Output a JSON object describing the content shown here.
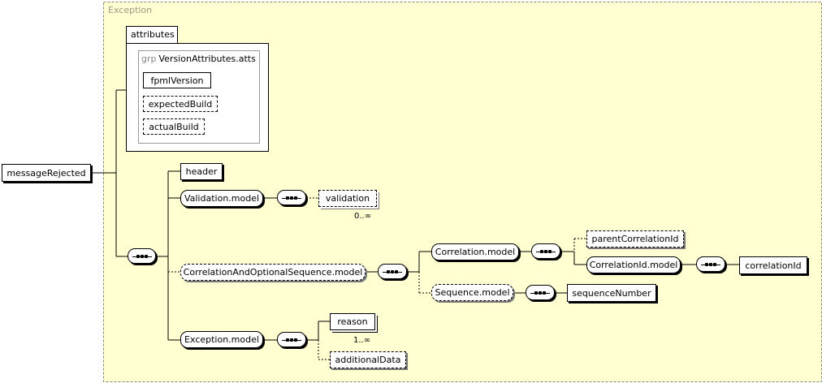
{
  "diagram": {
    "container_label": "Exception",
    "attributes_tab": "attributes",
    "attribute_group": {
      "keyword": "grp",
      "name": "VersionAttributes.atts"
    },
    "attributes": [
      "fpmlVersion",
      "expectedBuild",
      "actualBuild"
    ],
    "root": "messageRejected",
    "header": "header",
    "validation_model": "Validation.model",
    "validation": "validation",
    "validation_card": "0..∞",
    "correlation_seq_model": "CorrelationAndOptionalSequence.model",
    "correlation_model": "Correlation.model",
    "parent_correlation_id": "parentCorrelationId",
    "correlation_id_model": "CorrelationId.model",
    "correlation_id": "correlationId",
    "sequence_model": "Sequence.model",
    "sequence_number": "sequenceNumber",
    "exception_model": "Exception.model",
    "reason": "reason",
    "reason_card": "1..∞",
    "additional_data": "additionalData"
  }
}
